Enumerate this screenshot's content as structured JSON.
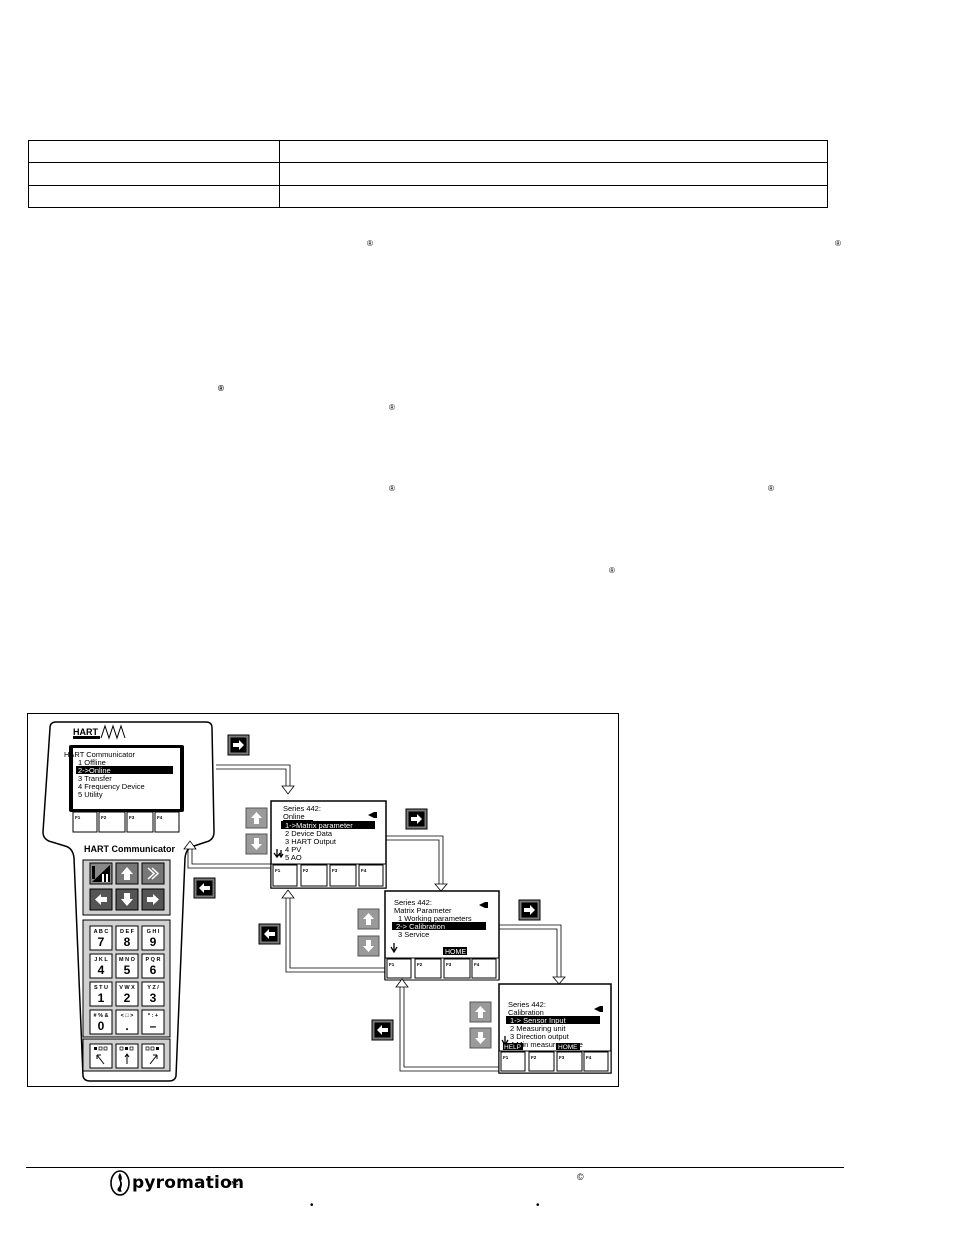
{
  "registered_mark": "®",
  "hart_logo": "HART",
  "communicator": {
    "brand_label": "HART Communicator",
    "screen": {
      "title": "HART Communicator",
      "items": [
        "1   Offline",
        "2->Online",
        "3   Transfer",
        "4   Frequency Device",
        "5   Utility"
      ]
    },
    "fkeys": [
      "F1",
      "F2",
      "F3",
      "F4"
    ],
    "keypad": [
      {
        "letters": "A B C",
        "digit": "7"
      },
      {
        "letters": "D E F",
        "digit": "8"
      },
      {
        "letters": "G H I",
        "digit": "9"
      },
      {
        "letters": "J K L",
        "digit": "4"
      },
      {
        "letters": "M N O",
        "digit": "5"
      },
      {
        "letters": "P Q R",
        "digit": "6"
      },
      {
        "letters": "S T U",
        "digit": "1"
      },
      {
        "letters": "V W X",
        "digit": "2"
      },
      {
        "letters": "Y Z /",
        "digit": "3"
      },
      {
        "letters": "# % &",
        "digit": "0"
      },
      {
        "letters": "< □ >",
        "digit": "."
      },
      {
        "letters": "* : +",
        "digit": "–"
      }
    ]
  },
  "screen_online": {
    "lines": [
      "Series 442:",
      "Online",
      "1->Matrix parameter",
      "2   Device Data",
      "3   HART Output",
      "4   PV",
      "5   AO"
    ],
    "fkeys": [
      "F1",
      "F2",
      "F3",
      "F4"
    ]
  },
  "screen_matrix": {
    "lines": [
      "Series 442:",
      "Matrix Parameter",
      "1   Working parameters",
      "2-> Calibration",
      "3   Service"
    ],
    "home": "HOME",
    "fkeys": [
      "F1",
      "F2",
      "F3",
      "F4"
    ]
  },
  "screen_calibration": {
    "lines": [
      "Series 442:",
      "Calibration",
      "1-> Sensor Input",
      "2   Measuring unit",
      "3   Direction output",
      "4   Min measurm range"
    ],
    "help": "HELP",
    "home": "HOME",
    "fkeys": [
      "F1",
      "F2",
      "F3",
      "F4"
    ]
  },
  "footer": {
    "brand": "pyromation",
    "trademark": "INC",
    "copyright": "©",
    "bullet": "•"
  }
}
